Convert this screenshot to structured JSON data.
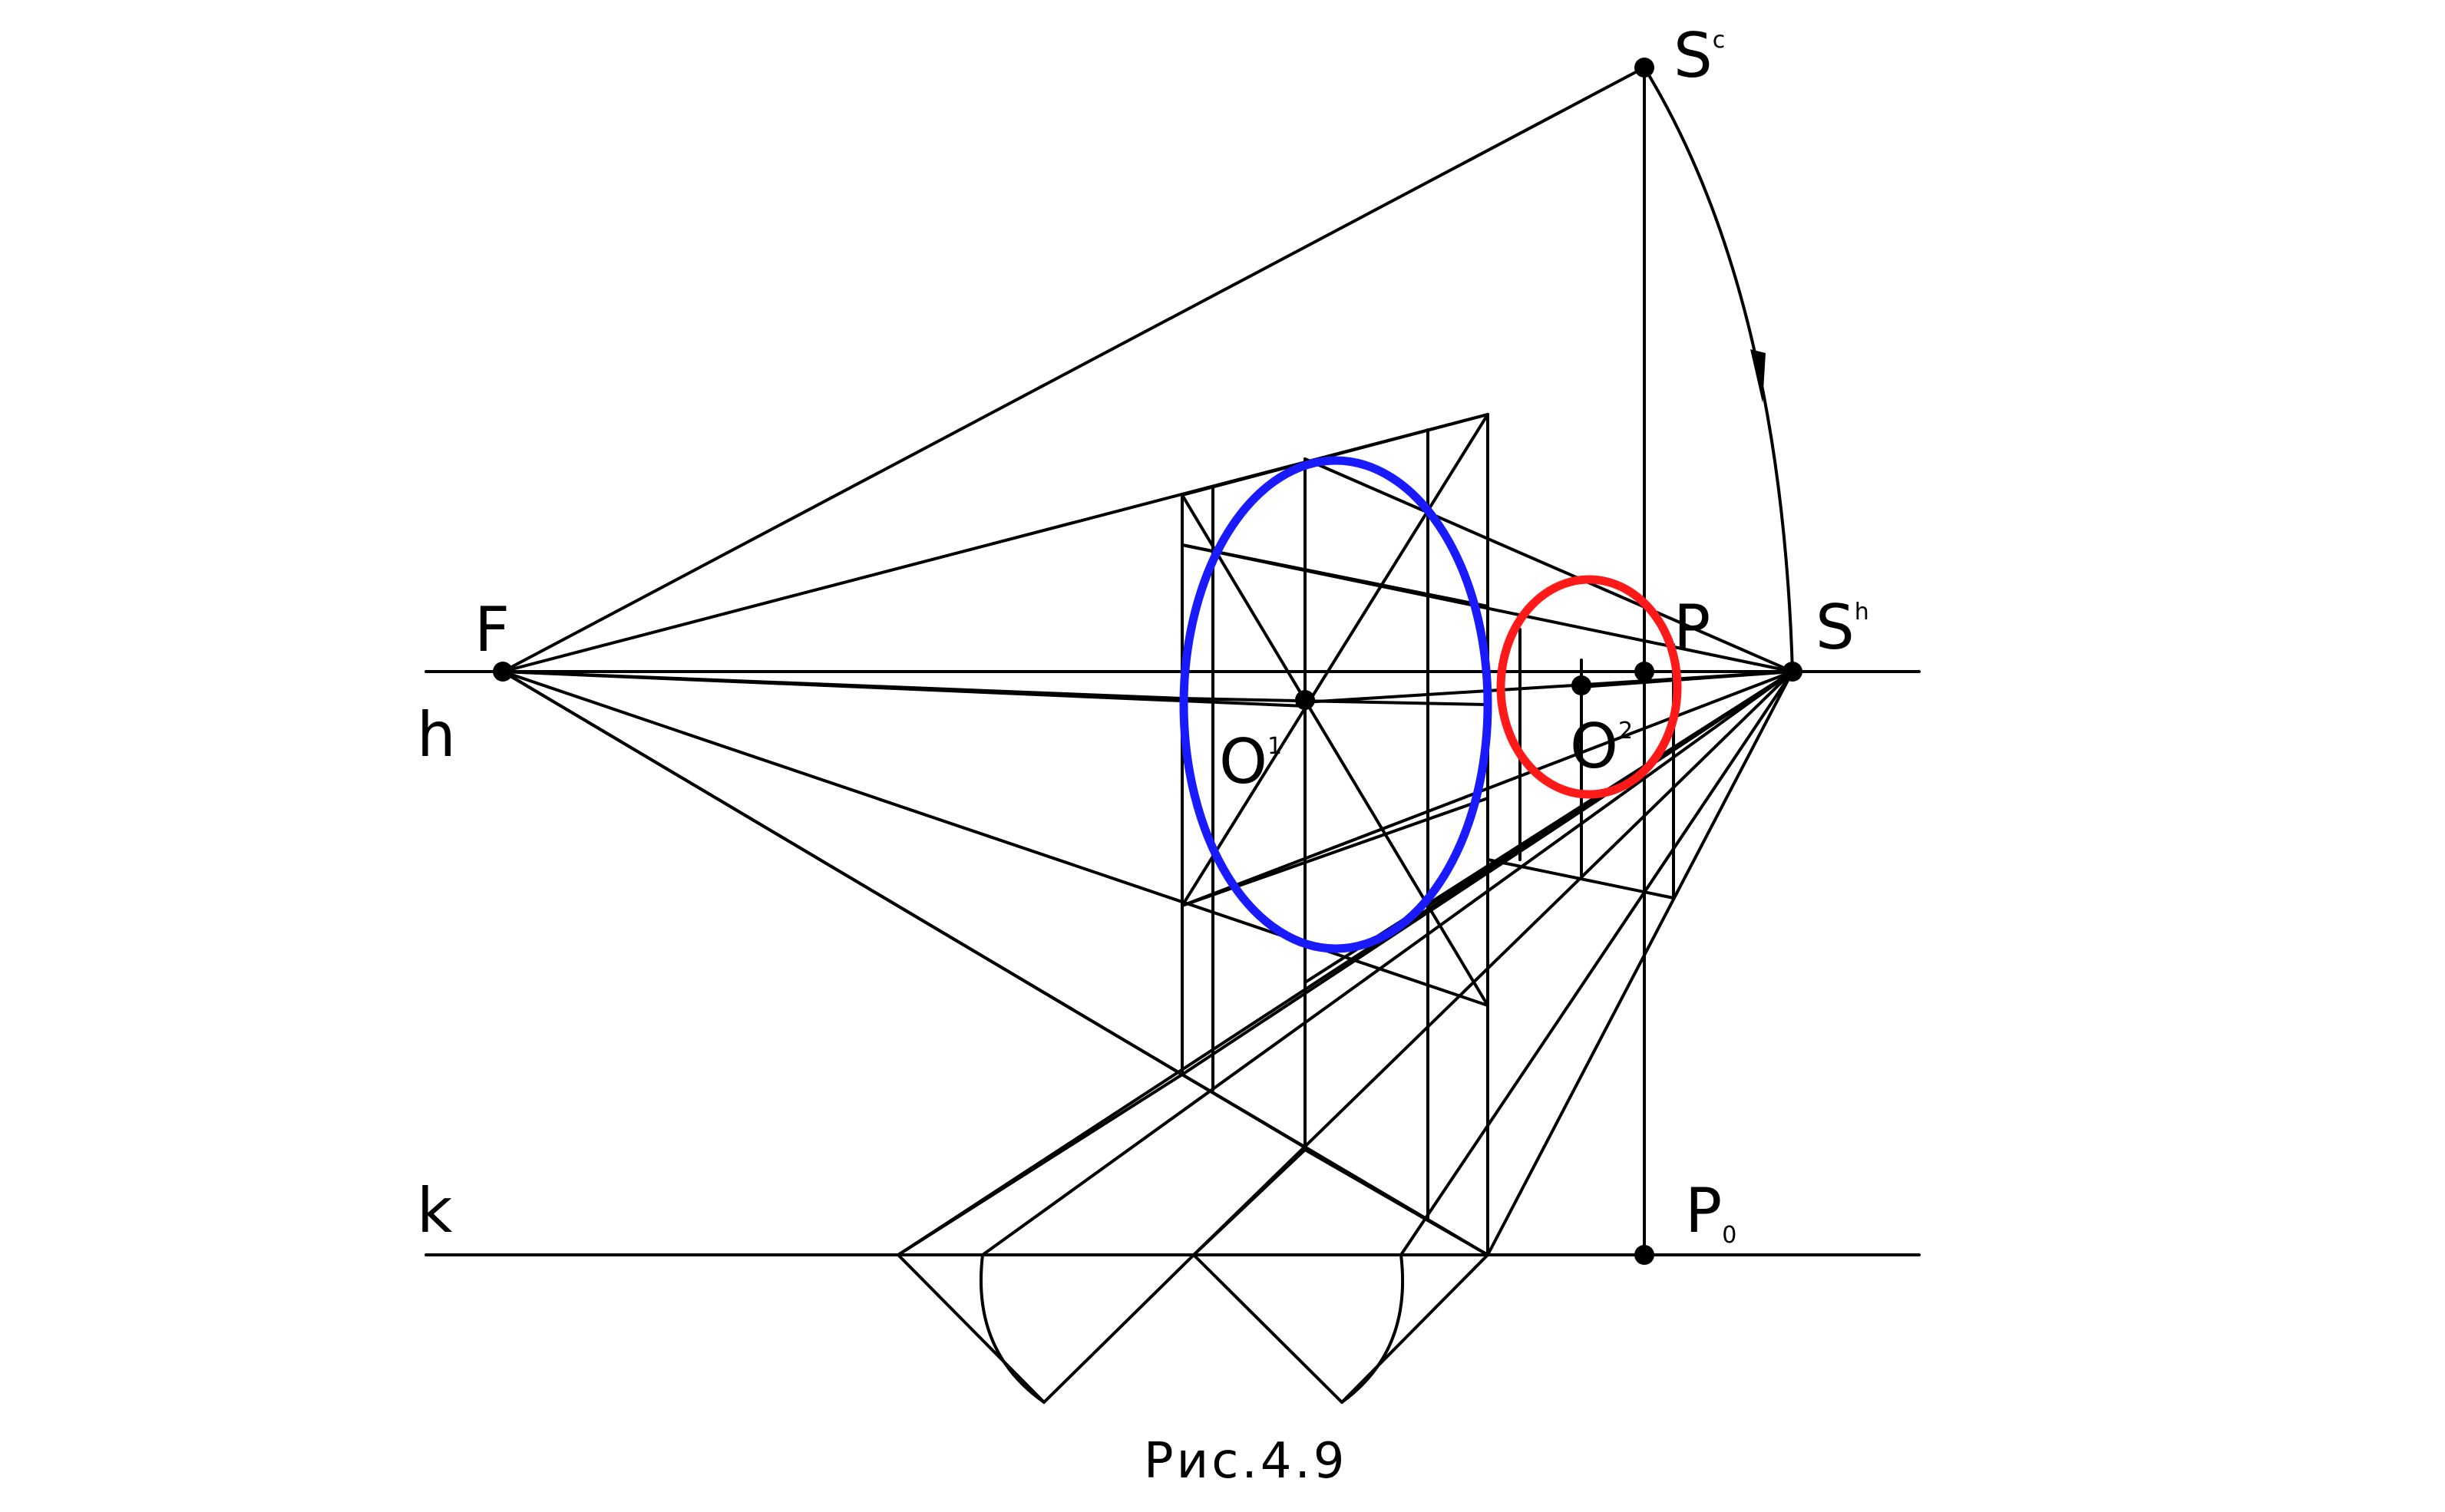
{
  "figure": {
    "caption": "Рис.4.9",
    "labels": {
      "F": "F",
      "h": "h",
      "k": "k",
      "P": "P",
      "P0_main": "P",
      "P0_sub": "0",
      "Sc_main": "S",
      "Sc_sup": "c",
      "Sh_main": "S",
      "Sh_sup": "h",
      "O1_main": "O",
      "O1_sup": "1",
      "O2_main": "O",
      "O2_sup": "2"
    },
    "colors": {
      "ellipse_large": "#1a1aff",
      "ellipse_small": "#ff1a1a",
      "lines": "#000000"
    }
  }
}
